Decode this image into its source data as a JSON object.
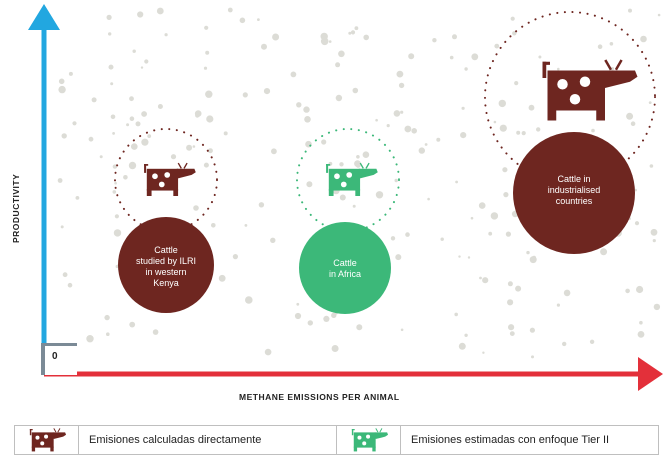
{
  "colors": {
    "maroon": "#6e2620",
    "green": "#3cb879",
    "y_axis": "#22a7e0",
    "x_axis": "#e3303a",
    "dots": "#dcdcd6"
  },
  "axes": {
    "y_label": "PRODUCTIVITY",
    "x_label": "METHANE EMISSIONS PER ANIMAL",
    "origin_label": "0"
  },
  "bubbles": [
    {
      "label_lines": [
        "Cattle",
        "studied by ILRI",
        "in western",
        "Kenya"
      ],
      "color": "#6e2620",
      "icon": "cow-icon"
    },
    {
      "label_lines": [
        "Cattle",
        "in Africa"
      ],
      "color": "#3cb879",
      "icon": "cow-icon"
    },
    {
      "label_lines": [
        "Cattle in",
        "industrialised",
        "countries"
      ],
      "color": "#6e2620",
      "icon": "cow-icon"
    }
  ],
  "legend": [
    {
      "icon": "cow-icon",
      "color": "#6e2620",
      "text": "Emisiones calculadas directamente"
    },
    {
      "icon": "cow-icon",
      "color": "#3cb879",
      "text": "Emisiones estimadas con enfoque Tier II"
    }
  ]
}
